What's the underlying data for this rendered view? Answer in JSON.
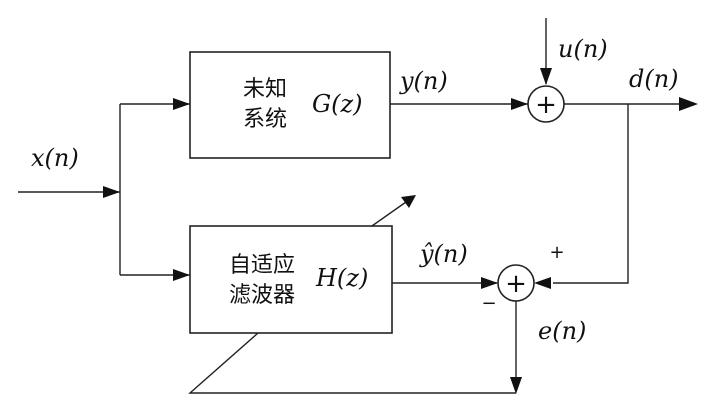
{
  "blocks": {
    "unknown_system": {
      "label_line1": "未知",
      "label_line2": "系统",
      "transfer": "G(z)"
    },
    "adaptive_filter": {
      "label_line1": "自适应",
      "label_line2": "滤波器",
      "transfer": "H(z)"
    }
  },
  "signals": {
    "input": "x(n)",
    "system_output": "y(n)",
    "noise": "u(n)",
    "desired": "d(n)",
    "filter_output": "ŷ(n)",
    "error": "e(n)"
  },
  "summers": {
    "top_symbol": "+",
    "bottom_symbol": "+",
    "bottom_plus_sign": "+",
    "bottom_minus_sign": "−"
  }
}
